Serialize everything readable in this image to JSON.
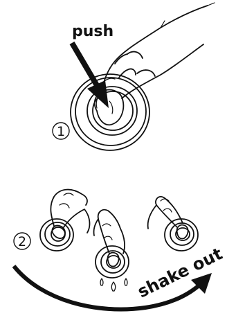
{
  "labels": {
    "push": "push",
    "shake_out": "shake out",
    "step1": "1",
    "step2": "2"
  },
  "colors": {
    "ink": "#111111",
    "background": "#ffffff"
  }
}
